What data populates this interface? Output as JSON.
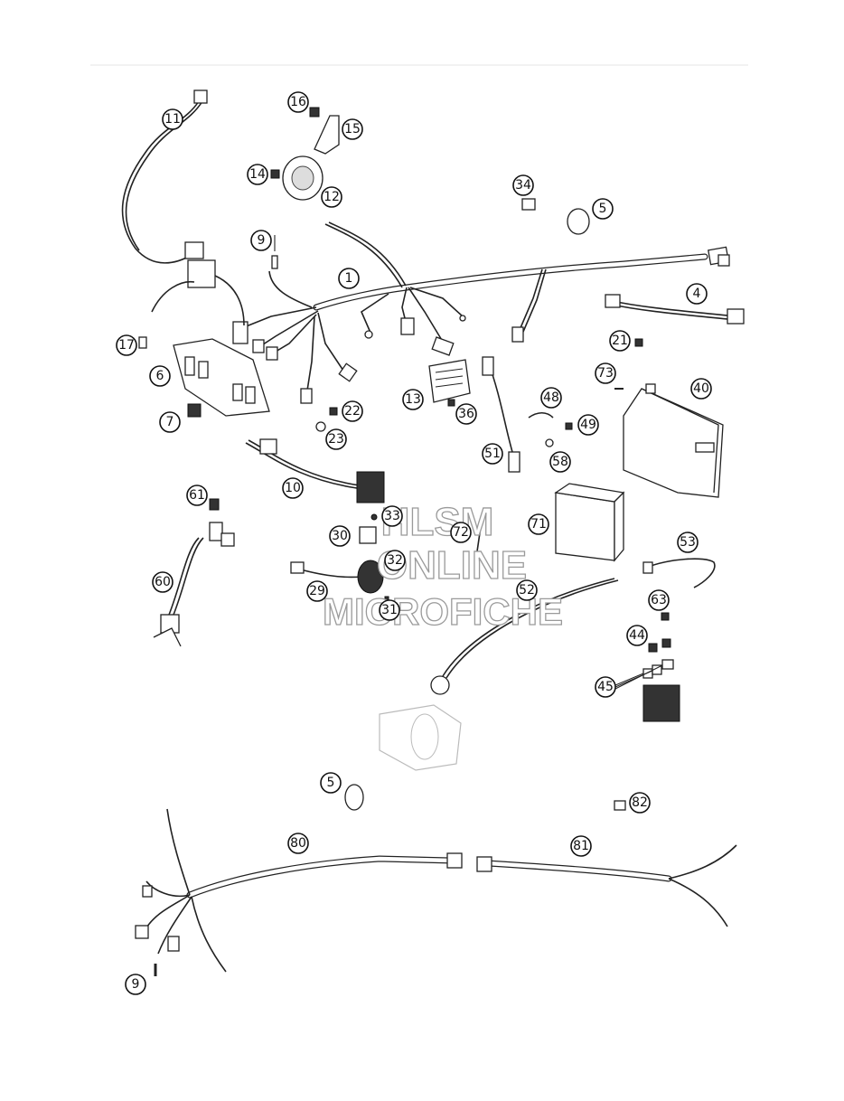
{
  "watermark": {
    "line1": "HLSM",
    "line2": "ONLINE",
    "line3": "MICROFICHE"
  },
  "callouts": [
    {
      "id": "c-1",
      "label": "1"
    },
    {
      "id": "c-4",
      "label": "4"
    },
    {
      "id": "c-5a",
      "label": "5"
    },
    {
      "id": "c-5b",
      "label": "5"
    },
    {
      "id": "c-6",
      "label": "6"
    },
    {
      "id": "c-7",
      "label": "7"
    },
    {
      "id": "c-9a",
      "label": "9"
    },
    {
      "id": "c-9b",
      "label": "9"
    },
    {
      "id": "c-10",
      "label": "10"
    },
    {
      "id": "c-11",
      "label": "11"
    },
    {
      "id": "c-12",
      "label": "12"
    },
    {
      "id": "c-13",
      "label": "13"
    },
    {
      "id": "c-14",
      "label": "14"
    },
    {
      "id": "c-15",
      "label": "15"
    },
    {
      "id": "c-16",
      "label": "16"
    },
    {
      "id": "c-17",
      "label": "17"
    },
    {
      "id": "c-21",
      "label": "21"
    },
    {
      "id": "c-22",
      "label": "22"
    },
    {
      "id": "c-23",
      "label": "23"
    },
    {
      "id": "c-29",
      "label": "29"
    },
    {
      "id": "c-30",
      "label": "30"
    },
    {
      "id": "c-31",
      "label": "31"
    },
    {
      "id": "c-32",
      "label": "32"
    },
    {
      "id": "c-33",
      "label": "33"
    },
    {
      "id": "c-34",
      "label": "34"
    },
    {
      "id": "c-36",
      "label": "36"
    },
    {
      "id": "c-40",
      "label": "40"
    },
    {
      "id": "c-44",
      "label": "44"
    },
    {
      "id": "c-45",
      "label": "45"
    },
    {
      "id": "c-48",
      "label": "48"
    },
    {
      "id": "c-49",
      "label": "49"
    },
    {
      "id": "c-51",
      "label": "51"
    },
    {
      "id": "c-52",
      "label": "52"
    },
    {
      "id": "c-53",
      "label": "53"
    },
    {
      "id": "c-58",
      "label": "58"
    },
    {
      "id": "c-60",
      "label": "60"
    },
    {
      "id": "c-61",
      "label": "61"
    },
    {
      "id": "c-63",
      "label": "63"
    },
    {
      "id": "c-71",
      "label": "71"
    },
    {
      "id": "c-72",
      "label": "72"
    },
    {
      "id": "c-73",
      "label": "73"
    },
    {
      "id": "c-80",
      "label": "80"
    },
    {
      "id": "c-81",
      "label": "81"
    },
    {
      "id": "c-82",
      "label": "82"
    }
  ]
}
